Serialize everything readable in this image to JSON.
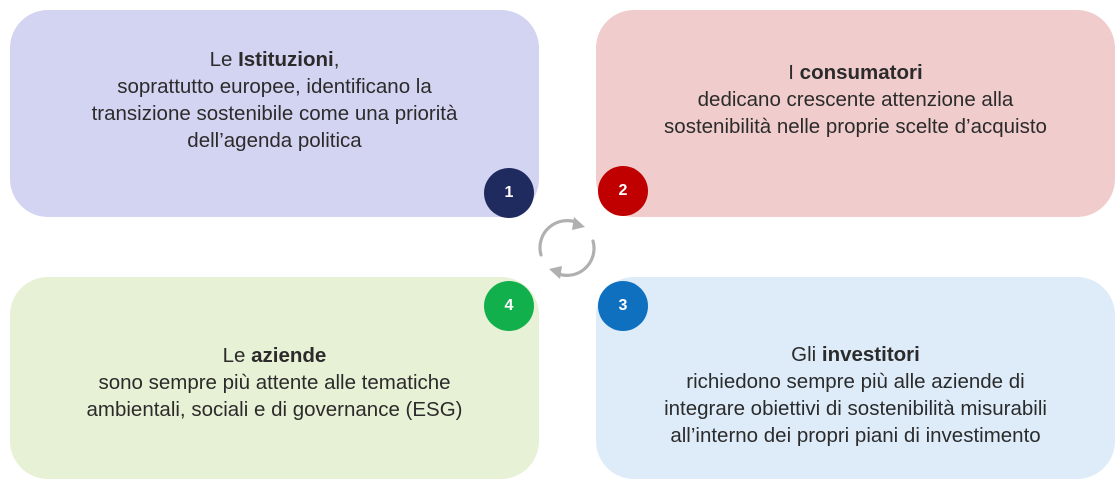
{
  "colors": {
    "card_1_bg": "#d3d3f2",
    "card_2_bg": "#f1cccc",
    "card_3_bg": "#deecfa",
    "card_4_bg": "#e7f1d5",
    "badge_1": "#1f2a5e",
    "badge_2": "#c00000",
    "badge_3": "#0f70c0",
    "badge_4": "#12b04c",
    "cycle_arrows": "#b0b0b0"
  },
  "cards": [
    {
      "number": "1",
      "lines": [
        {
          "pre": "Le ",
          "bold": "Istituzioni",
          "post": ","
        },
        {
          "text": "soprattutto europee, identificano la"
        },
        {
          "text": "transizione sostenibile come una priorità"
        },
        {
          "text": "dell’agenda politica"
        }
      ]
    },
    {
      "number": "2",
      "lines": [
        {
          "pre": "I ",
          "bold": "consumatori",
          "post": ""
        },
        {
          "text": "dedicano crescente attenzione alla"
        },
        {
          "text": "sostenibilità nelle proprie scelte d’acquisto"
        }
      ]
    },
    {
      "number": "3",
      "lines": [
        {
          "pre": "Gli ",
          "bold": "investitori",
          "post": ""
        },
        {
          "text": "richiedono sempre più alle aziende di"
        },
        {
          "text": "integrare obiettivi di sostenibilità misurabili"
        },
        {
          "text": "all’interno dei propri piani di investimento"
        }
      ]
    },
    {
      "number": "4",
      "lines": [
        {
          "pre": "Le ",
          "bold": "aziende",
          "post": ""
        },
        {
          "text": "sono sempre più attente alle tematiche"
        },
        {
          "text": "ambientali, sociali e di governance (ESG)"
        }
      ]
    }
  ],
  "center_icon": "cycle-arrows-icon"
}
